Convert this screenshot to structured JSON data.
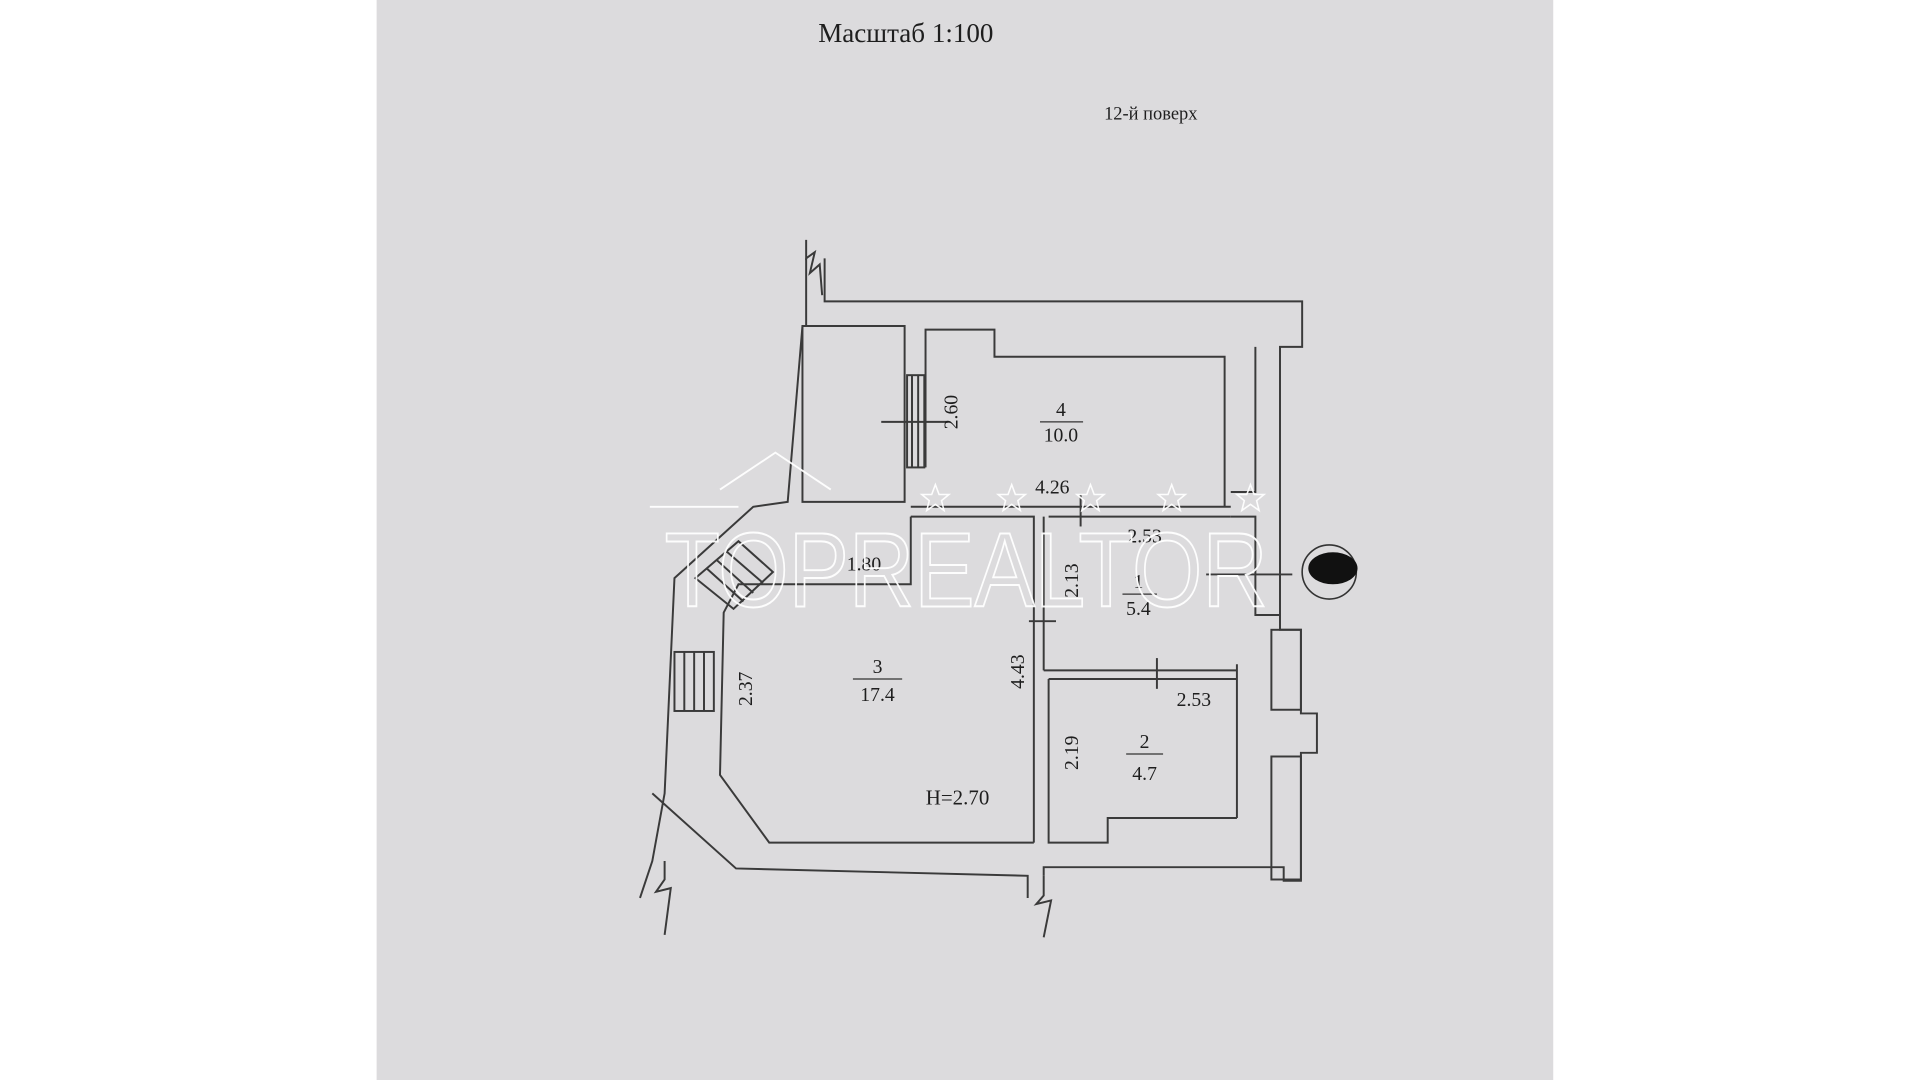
{
  "plan": {
    "scale_label": "Масштаб 1:100",
    "floor_label": "12-й поверх",
    "ceiling_height": "H=2.70",
    "watermark": "TOPREALTOR",
    "rooms": [
      {
        "number": "1",
        "area": "5.4"
      },
      {
        "number": "2",
        "area": "4.7"
      },
      {
        "number": "3",
        "area": "17.4"
      },
      {
        "number": "4",
        "area": "10.0"
      }
    ],
    "dimensions": {
      "d_260": "2.60",
      "d_426": "4.26",
      "d_253_top": "2.53",
      "d_180": "1.80",
      "d_213": "2.13",
      "d_443": "4.43",
      "d_253_mid": "2.53",
      "d_237": "2.37",
      "d_219": "2.19"
    },
    "colors": {
      "paper": "#dcdbdd",
      "ink": "#3a3a3a"
    }
  }
}
